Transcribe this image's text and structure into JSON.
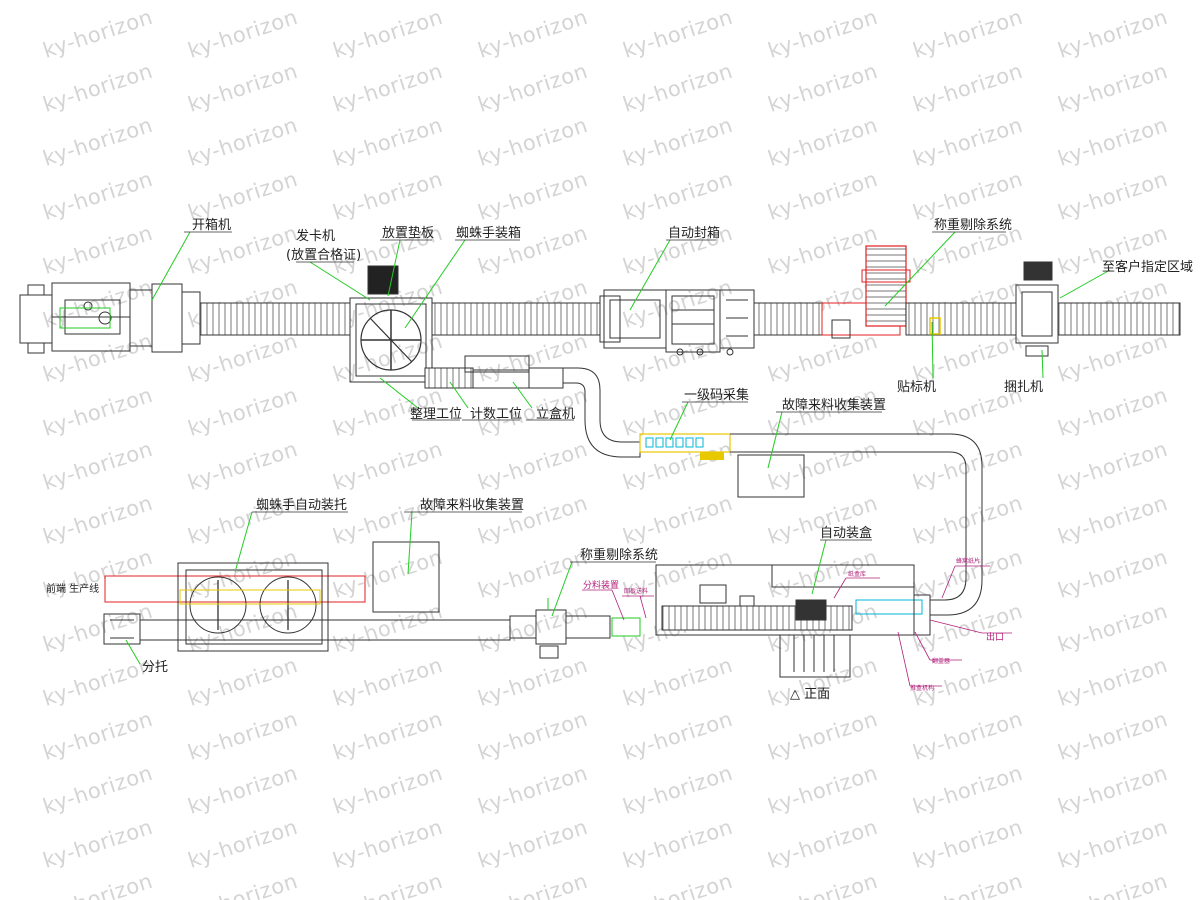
{
  "watermark": {
    "text": "ky-horizon"
  },
  "labels": {
    "case_erector": "开箱机",
    "card_dispenser": "发卡机",
    "card_dispenser_note": "(放置合格证)",
    "place_pad": "放置垫板",
    "spider_case_pack": "蜘蛛手装箱",
    "auto_seal": "自动封箱",
    "weigh_reject_top": "称重剔除系统",
    "customer_area": "至客户指定区域",
    "labeler": "贴标机",
    "strapper": "捆扎机",
    "sorting_station": "整理工位",
    "counting_station": "计数工位",
    "box_erector": "立盒机",
    "primary_code": "一级码采集",
    "fault_collect_top": "故障来料收集装置",
    "spider_palletize": "蜘蛛手自动装托",
    "fault_collect_bottom": "故障来料收集装置",
    "front_line": "前端 生产线",
    "weigh_reject_bottom": "称重剔除系统",
    "auto_boxing": "自动装盒",
    "tray_split": "分托",
    "split_device": "分料装置",
    "return_plate": "回板送料",
    "front_view": "△ 正面",
    "exit": "出口",
    "sm_top_right": "蜂窝纸片",
    "sm_label1": "纸盒库",
    "sm_label2": "翻盖器",
    "sm_label3": "推盒机构"
  },
  "colors": {
    "line": "#333333",
    "leader": "#22cc22",
    "magenta": "#b0207a",
    "red": "#e02020",
    "yellow": "#e8c800",
    "cyan": "#00b4d8",
    "watermark": "#d4d4d4"
  }
}
